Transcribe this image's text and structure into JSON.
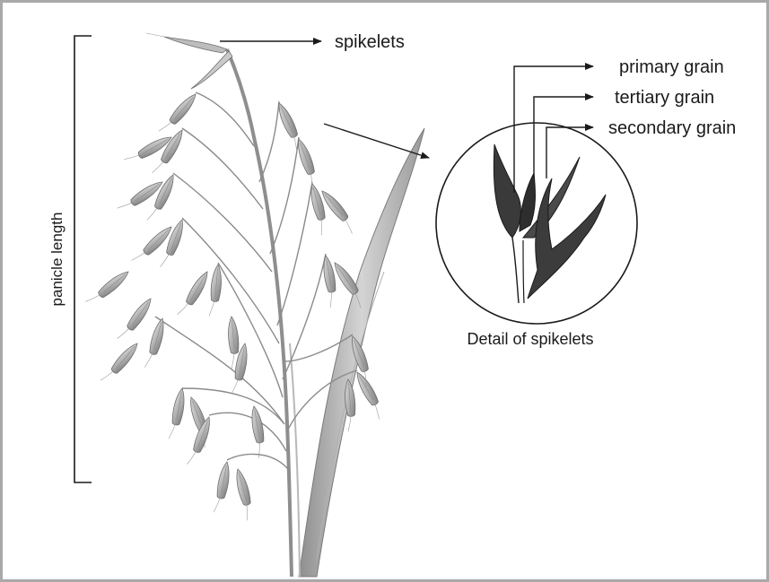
{
  "labels": {
    "spikelets": "spikelets",
    "primary_grain": "primary grain",
    "tertiary_grain": "tertiary grain",
    "secondary_grain": "secondary grain",
    "panicle_length": "panicle length",
    "detail_caption": "Detail of spikelets"
  },
  "colors": {
    "ink": "#1a1a1a",
    "plant_light": "#cfcfcf",
    "plant_mid": "#9a9a9a",
    "plant_dark": "#5a5a5a",
    "frame": "#a9a9a9"
  }
}
